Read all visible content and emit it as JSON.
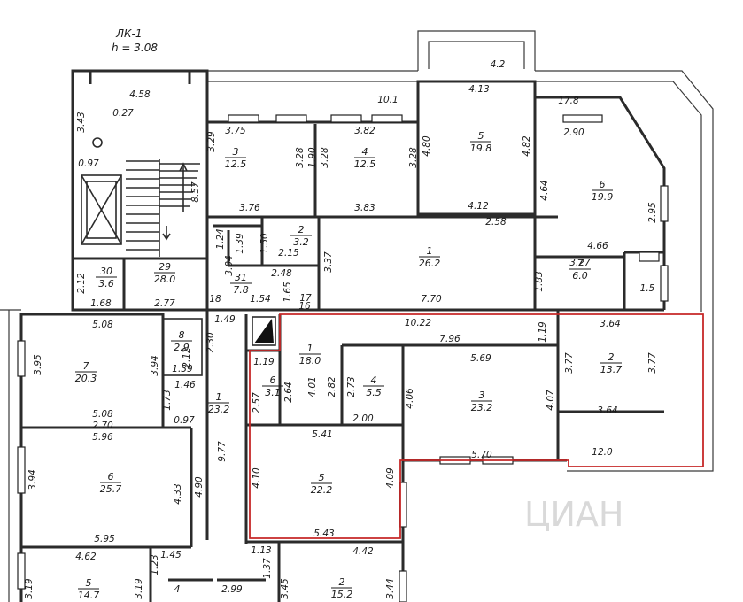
{
  "header": {
    "section": "ЛК-1",
    "height": "h = 3.08"
  },
  "watermark": {
    "text": "ЦИАН"
  },
  "colors": {
    "highlight": "#c62828",
    "walls": "#2b2b2b"
  },
  "rooms": [
    {
      "num": "3",
      "area": "12.5"
    },
    {
      "num": "4",
      "area": "12.5"
    },
    {
      "num": "5",
      "area": "19.8"
    },
    {
      "num": "6",
      "area": "19.9"
    },
    {
      "num": "2",
      "area": "3.2"
    },
    {
      "num": "1",
      "area": "26.2"
    },
    {
      "num": "7",
      "area": "6.0"
    },
    {
      "num": "30",
      "area": "3.6"
    },
    {
      "num": "29",
      "area": "28.0"
    },
    {
      "num": "31",
      "area": "7.8"
    },
    {
      "num": "8",
      "area": "2.9"
    },
    {
      "num": "7",
      "area": "20.3"
    },
    {
      "num": "1",
      "area": "23.2"
    },
    {
      "num": "6",
      "area": "25.7"
    },
    {
      "num": "5",
      "area": "14.7"
    },
    {
      "num": "1",
      "area": "18.0"
    },
    {
      "num": "6",
      "area": "3.1"
    },
    {
      "num": "4",
      "area": "5.5"
    },
    {
      "num": "3",
      "area": "23.2"
    },
    {
      "num": "2",
      "area": "13.7"
    },
    {
      "num": "5",
      "area": "22.2"
    },
    {
      "num": "2",
      "area": "15.2"
    },
    {
      "num": "4",
      "area": ""
    }
  ],
  "dims": [
    "4.2",
    "4.58",
    "4.13",
    "10.1",
    "17.8",
    "0.27",
    "3.43",
    "3.75",
    "3.82",
    "2.90",
    "0.97",
    "3.29",
    "3.28",
    "1.90",
    "3.28",
    "3.28",
    "4.80",
    "4.82",
    "4.64",
    "8.57",
    "2.95",
    "3.76",
    "3.83",
    "4.12",
    "2.58",
    "1.24",
    "1.39",
    "1.50",
    "2.15",
    "3.37",
    "4.66",
    "3.27",
    "3.04",
    "2.48",
    "2.12",
    "1.68",
    "2.77",
    "1.65",
    "1.83",
    "1.5",
    "18",
    "1.54",
    "16",
    "17",
    "7.70",
    "10.22",
    "5.08",
    "1.49",
    "3.64",
    "2.30",
    "1.19",
    "3.95",
    "7.96",
    "5.69",
    "2.12",
    "3.94",
    "1.39",
    "1.19",
    "3.77",
    "3.77",
    "1.46",
    "4.01",
    "2.82",
    "2.73",
    "4.06",
    "4.07",
    "1.73",
    "2.57",
    "2.64",
    "0.97",
    "5.08",
    "2.70",
    "5.96",
    "2.00",
    "3.64",
    "5.41",
    "9.77",
    "5.70",
    "12.0",
    "3.94",
    "4.33",
    "4.90",
    "4.10",
    "4.09",
    "5.95",
    "5.43",
    "4.62",
    "1.45",
    "1.23",
    "1.13",
    "4.42",
    "3.19",
    "3.19",
    "2.99",
    "1.37",
    "3.45",
    "3.44"
  ]
}
